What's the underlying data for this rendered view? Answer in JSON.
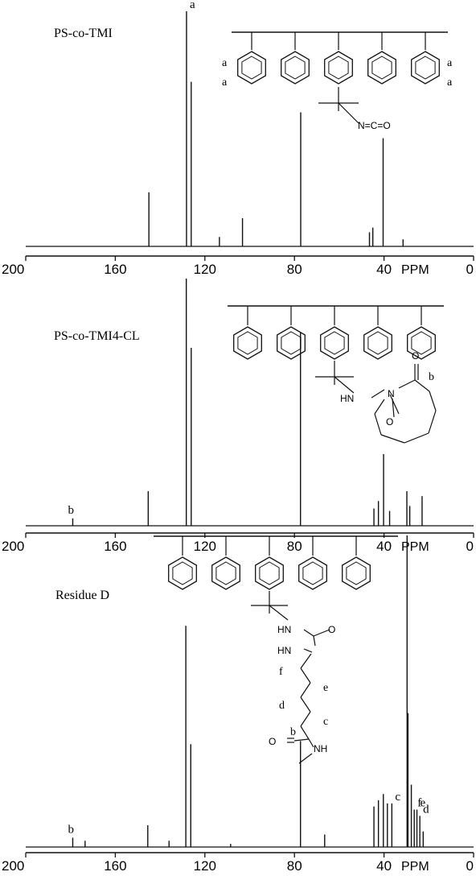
{
  "chart_data": [
    {
      "type": "line",
      "title": "PS-co-TMI",
      "xlabel": "PPM",
      "xlim": [
        200,
        0
      ],
      "x_ticks": [
        "200",
        "160",
        "120",
        "80",
        "40",
        "0"
      ],
      "grid": false,
      "legend": "none",
      "peaks": [
        {
          "ppm": 145,
          "height": 0.23
        },
        {
          "ppm": 128.2,
          "height": 1.0,
          "label": "a"
        },
        {
          "ppm": 126.1,
          "height": 0.7
        },
        {
          "ppm": 113.5,
          "height": 0.04
        },
        {
          "ppm": 103.2,
          "height": 0.12
        },
        {
          "ppm": 77.2,
          "height": 0.57
        },
        {
          "ppm": 46.5,
          "height": 0.06
        },
        {
          "ppm": 45.0,
          "height": 0.08
        },
        {
          "ppm": 40.4,
          "height": 0.46
        },
        {
          "ppm": 31.5,
          "height": 0.03
        }
      ],
      "structure_labels": [
        "a",
        "a",
        "a",
        "a"
      ],
      "structure_text": "N=C=O"
    },
    {
      "type": "line",
      "title": "PS-co-TMI4-CL",
      "xlabel": "PPM",
      "xlim": [
        200,
        0
      ],
      "x_ticks": [
        "200",
        "160",
        "120",
        "80",
        "40",
        "0"
      ],
      "grid": false,
      "legend": "none",
      "peaks": [
        {
          "ppm": 179,
          "height": 0.03,
          "label": "b"
        },
        {
          "ppm": 145.3,
          "height": 0.14
        },
        {
          "ppm": 128.3,
          "height": 1.0
        },
        {
          "ppm": 126.1,
          "height": 0.72
        },
        {
          "ppm": 77.3,
          "height": 0.78
        },
        {
          "ppm": 44.5,
          "height": 0.07
        },
        {
          "ppm": 42.5,
          "height": 0.1
        },
        {
          "ppm": 40.2,
          "height": 0.29
        },
        {
          "ppm": 37.5,
          "height": 0.06
        },
        {
          "ppm": 29.8,
          "height": 0.14
        },
        {
          "ppm": 28.5,
          "height": 0.08
        },
        {
          "ppm": 23.0,
          "height": 0.12
        }
      ],
      "structure_labels": [
        "b"
      ],
      "structure_text": [
        "HN",
        "O",
        "N",
        "O"
      ]
    },
    {
      "type": "line",
      "title": "Residue D",
      "xlabel": "PPM",
      "xlim": [
        200,
        0
      ],
      "x_ticks": [
        "200",
        "160",
        "120",
        "80",
        "40",
        "0"
      ],
      "grid": false,
      "legend": "none",
      "peaks": [
        {
          "ppm": 179,
          "height": 0.03,
          "label": "b"
        },
        {
          "ppm": 173.5,
          "height": 0.02
        },
        {
          "ppm": 145.5,
          "height": 0.07
        },
        {
          "ppm": 136,
          "height": 0.02
        },
        {
          "ppm": 128.5,
          "height": 0.71
        },
        {
          "ppm": 126.3,
          "height": 0.33
        },
        {
          "ppm": 108.5,
          "height": 0.01
        },
        {
          "ppm": 77.3,
          "height": 0.34
        },
        {
          "ppm": 66.5,
          "height": 0.04
        },
        {
          "ppm": 44.5,
          "height": 0.13
        },
        {
          "ppm": 42.5,
          "height": 0.15
        },
        {
          "ppm": 40.3,
          "height": 0.17
        },
        {
          "ppm": 38.5,
          "height": 0.14
        },
        {
          "ppm": 36.5,
          "height": 0.14,
          "label": "c"
        },
        {
          "ppm": 29.7,
          "height": 1.0
        },
        {
          "ppm": 29.3,
          "height": 0.43
        },
        {
          "ppm": 27.8,
          "height": 0.2
        },
        {
          "ppm": 26.5,
          "height": 0.12,
          "label": "f"
        },
        {
          "ppm": 25.3,
          "height": 0.12,
          "label": "e"
        },
        {
          "ppm": 24.0,
          "height": 0.1,
          "label": "d"
        },
        {
          "ppm": 22.5,
          "height": 0.05
        }
      ],
      "structure_labels": [
        "f",
        "e",
        "d",
        "c",
        "b"
      ],
      "structure_text": [
        "HN",
        "O",
        "HN",
        "O",
        "NH"
      ]
    }
  ]
}
